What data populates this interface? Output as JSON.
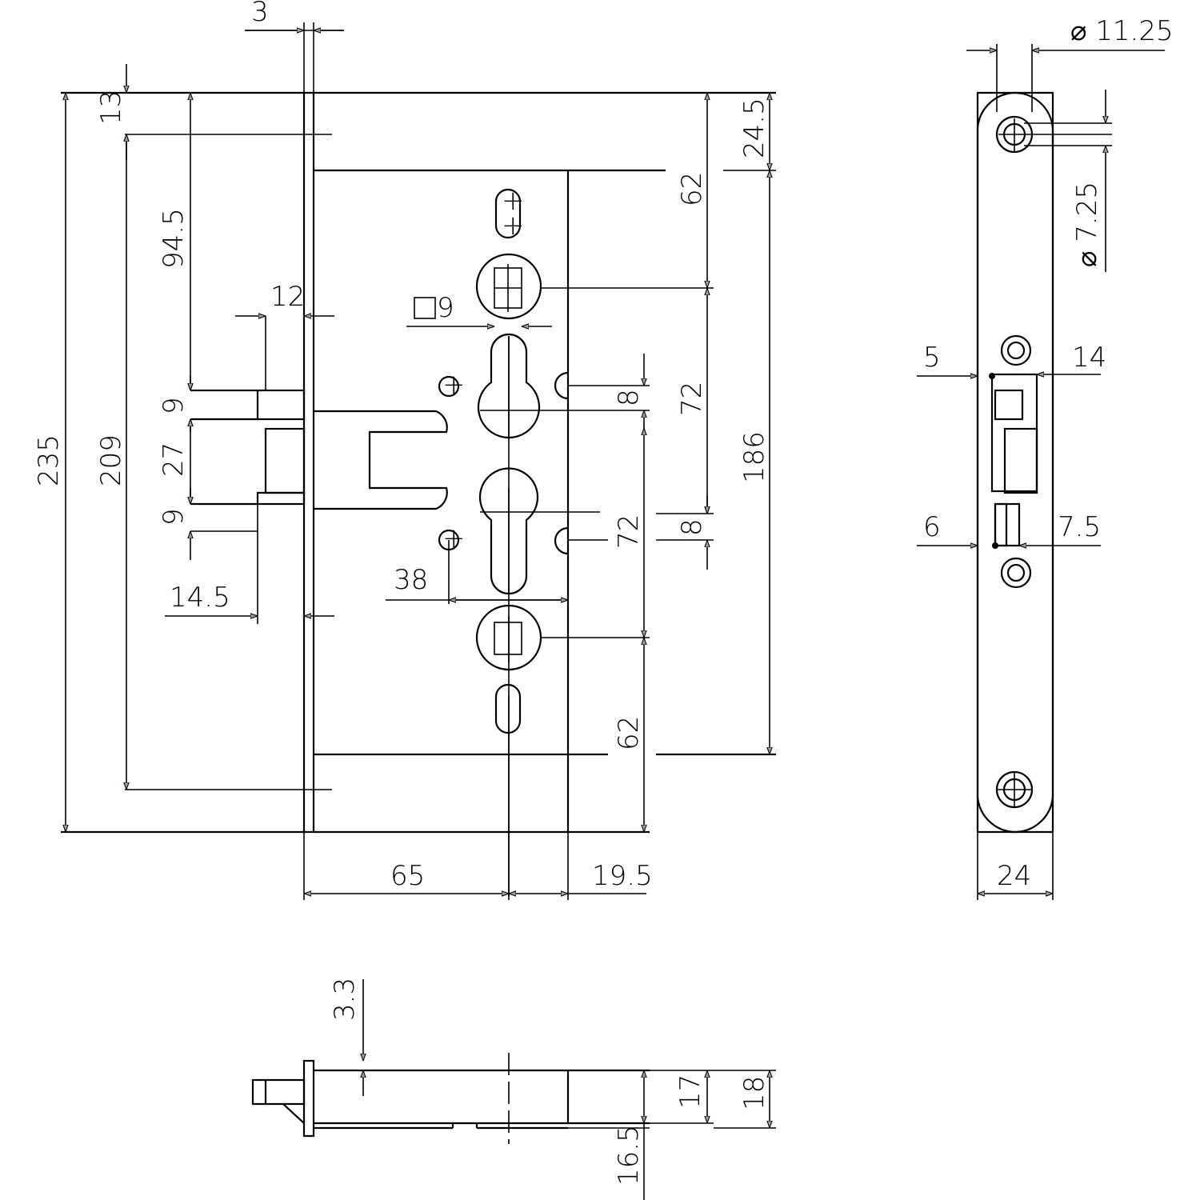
{
  "drawing": {
    "front_view": {
      "dim_3": "3",
      "dim_13": "13",
      "dim_235": "235",
      "dim_209": "209",
      "dim_94_5": "94.5",
      "dim_12": "12",
      "dim_9_top": "9",
      "dim_27": "27",
      "dim_9_bottom": "9",
      "dim_14_5": "14.5",
      "dim_square_9": "9",
      "dim_38": "38",
      "dim_8_upper": "8",
      "dim_72_inner": "72",
      "dim_62_lower": "62",
      "dim_62_upper": "62",
      "dim_72_right": "72",
      "dim_8_right": "8",
      "dim_24_5": "24.5",
      "dim_186": "186",
      "dim_65": "65",
      "dim_19_5": "19.5"
    },
    "side_view": {
      "dim_dia_11_25": "⌀ 11.25",
      "dim_dia_7_25": "⌀ 7.25",
      "dim_5": "5",
      "dim_14": "14",
      "dim_6": "6",
      "dim_7_5": "7.5",
      "dim_24": "24"
    },
    "top_view": {
      "dim_3_3": "3.3",
      "dim_17": "17",
      "dim_18": "18",
      "dim_16_5": "16.5"
    }
  }
}
